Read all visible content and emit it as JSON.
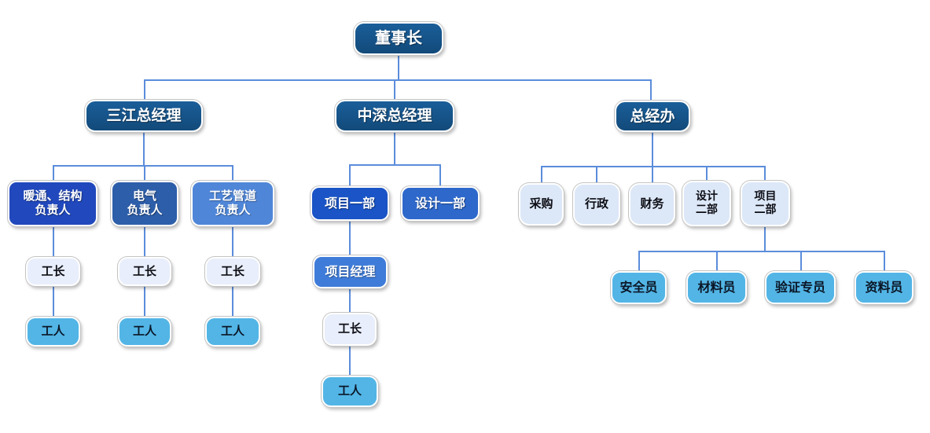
{
  "diagram": {
    "type": "org-chart",
    "colors": {
      "navy": "#15548c",
      "royal_blue": "#2149bd",
      "steel_blue": "#2d5ea9",
      "light_royal": "#4f86d8",
      "bright_blue": "#1a54c6",
      "medium_blue": "#3f7cd9",
      "pale_blue": "#dce8f8",
      "sky_blue": "#52b5e6",
      "connector": "#5b8ddb"
    },
    "nodes": {
      "chairman": {
        "lines": [
          "董事长"
        ]
      },
      "sanjiang_gm": {
        "lines": [
          "三江总经理"
        ]
      },
      "zhongshen_gm": {
        "lines": [
          "中深总经理"
        ]
      },
      "gm_office": {
        "lines": [
          "总经办"
        ]
      },
      "hvac_structure_lead": {
        "lines": [
          "暖通、结构",
          "负责人"
        ]
      },
      "electrical_lead": {
        "lines": [
          "电气",
          "负责人"
        ]
      },
      "piping_lead": {
        "lines": [
          "工艺管道",
          "负责人"
        ]
      },
      "project_dept_1": {
        "lines": [
          "项目一部"
        ]
      },
      "design_dept_1": {
        "lines": [
          "设计一部"
        ]
      },
      "procurement": {
        "lines": [
          "采购"
        ]
      },
      "administration": {
        "lines": [
          "行政"
        ]
      },
      "finance": {
        "lines": [
          "财务"
        ]
      },
      "design_dept_2": {
        "lines": [
          "设计",
          "二部"
        ]
      },
      "project_dept_2": {
        "lines": [
          "项目",
          "二部"
        ]
      },
      "foreman_1": {
        "lines": [
          "工长"
        ]
      },
      "foreman_2": {
        "lines": [
          "工长"
        ]
      },
      "foreman_3": {
        "lines": [
          "工长"
        ]
      },
      "worker_1": {
        "lines": [
          "工人"
        ]
      },
      "worker_2": {
        "lines": [
          "工人"
        ]
      },
      "worker_3": {
        "lines": [
          "工人"
        ]
      },
      "project_manager": {
        "lines": [
          "项目经理"
        ]
      },
      "foreman_mid": {
        "lines": [
          "工长"
        ]
      },
      "worker_mid": {
        "lines": [
          "工人"
        ]
      },
      "safety_officer": {
        "lines": [
          "安全员"
        ]
      },
      "materials_officer": {
        "lines": [
          "材料员"
        ]
      },
      "verification_specialist": {
        "lines": [
          "验证专员"
        ]
      },
      "documentation_officer": {
        "lines": [
          "资料员"
        ]
      }
    },
    "hierarchy": {
      "董事长": {
        "三江总经理": {
          "暖通、结构负责人": {
            "工长": {
              "工人": {}
            }
          },
          "电气负责人": {
            "工长": {
              "工人": {}
            }
          },
          "工艺管道负责人": {
            "工长": {
              "工人": {}
            }
          }
        },
        "中深总经理": {
          "项目一部": {
            "项目经理": {
              "工长": {
                "工人": {}
              }
            }
          },
          "设计一部": {}
        },
        "总经办": {
          "采购": {},
          "行政": {},
          "财务": {},
          "设计二部": {},
          "项目二部": {
            "安全员": {},
            "材料员": {},
            "验证专员": {},
            "资料员": {}
          }
        }
      }
    }
  }
}
